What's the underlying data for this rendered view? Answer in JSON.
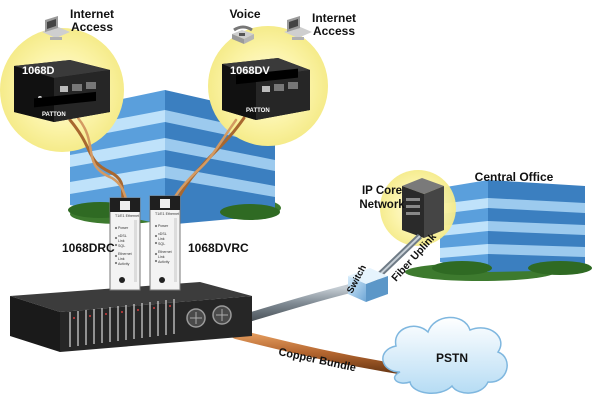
{
  "labels": {
    "internet_access_left": [
      "Internet",
      "Access"
    ],
    "voice": "Voice",
    "internet_access_right": [
      "Internet",
      "Access"
    ],
    "device_1068d": "1068D",
    "device_1068dv": "1068DV",
    "card_1068drc": "1068DRC",
    "card_1068dvrc": "1068DVRC",
    "ip_core_network": [
      "IP Core",
      "Network"
    ],
    "central_office": "Central Office",
    "switch": "Switch",
    "fiber_uplink": "Fiber Uplink",
    "copper_bundle": "Copper Bundle",
    "pstn": "PSTN",
    "brand_left": "PATTON",
    "brand_right": "PATTON"
  },
  "card_legend": {
    "title": "T1/E1 Ethernet",
    "items": [
      "Power",
      "xDSL",
      "Link",
      "SQL",
      "Ethernet",
      "Link",
      "Activity"
    ]
  },
  "colors": {
    "building_blue": "#4a8fd0",
    "building_light": "#8cc3ec",
    "glow_yellow": "#fbf3a6",
    "copper": "#b3652f",
    "fiber_gray": "#8e9aa5",
    "cloud": "#cfe8f8"
  }
}
